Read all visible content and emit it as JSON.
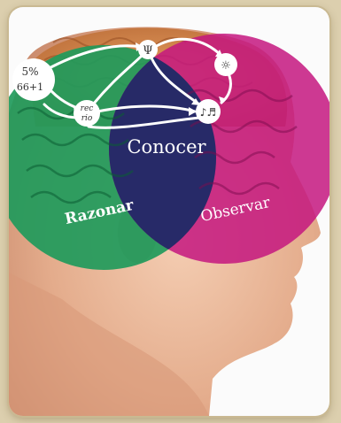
{
  "labels": {
    "center": "Conocer",
    "left": "Razonar",
    "right": "Observar"
  },
  "brain_icons": {
    "top": "Ψ",
    "top_right": "☼",
    "middle_right": "♪♬",
    "left_top": "5%",
    "left_bottom": "66+1",
    "middle_left_top": "rec",
    "middle_left_bottom": "rio"
  },
  "colors": {
    "green_circle": "#1f9a5b",
    "magenta_circle": "#c4167f",
    "overlap": "#1b2a66",
    "brain_top": "#d98a4a",
    "skin": "#e9b89a",
    "background_card": "#fbfbfb"
  }
}
